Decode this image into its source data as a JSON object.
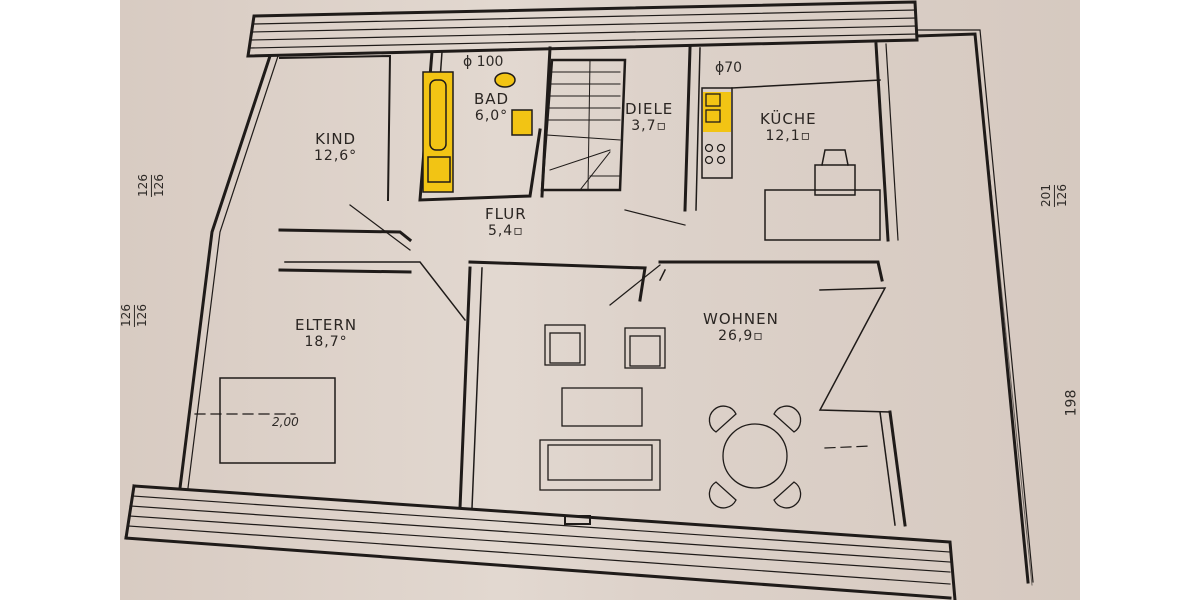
{
  "floorplan": {
    "rooms": [
      {
        "id": "kind",
        "name": "KIND",
        "area": "12,6 m²",
        "area_label": "12,6°"
      },
      {
        "id": "bad",
        "name": "BAD",
        "area": "6,0 m²",
        "area_label": "6,0°"
      },
      {
        "id": "diele",
        "name": "DIELE",
        "area": "3,7 m²",
        "area_label": "3,7▫"
      },
      {
        "id": "kueche",
        "name": "KÜCHE",
        "area": "12,1 m²",
        "area_label": "12,1▫"
      },
      {
        "id": "flur",
        "name": "FLUR",
        "area": "5,4 m²",
        "area_label": "5,4▫"
      },
      {
        "id": "eltern",
        "name": "ELTERN",
        "area": "18,7 m²",
        "area_label": "18,7°"
      },
      {
        "id": "wohnen",
        "name": "WOHNEN",
        "area": "26,9 m²",
        "area_label": "26,9▫"
      }
    ],
    "annotations": {
      "pipe_bad": "ϕ 100",
      "pipe_kueche": "ϕ70",
      "bed_dimension": "2,00",
      "window_left_top": {
        "num": "126",
        "den": "126"
      },
      "window_left_bottom": {
        "num": "126",
        "den": "126"
      },
      "window_right_top": {
        "num": "201",
        "den": "126"
      },
      "window_right_bottom": "198"
    },
    "colors": {
      "paper": "#ddd2ca",
      "ink": "#1f1b19",
      "highlight": "#f2c414"
    }
  }
}
